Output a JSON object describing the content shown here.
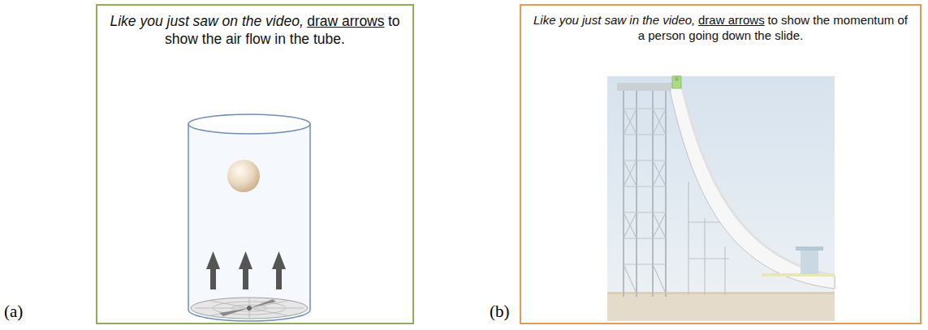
{
  "diagram": {
    "nodes": [
      {
        "text": [
          "Like you just saw on the video,",
          "draw arrows",
          "to show the air flow in the tube."
        ]
      },
      {
        "text": [
          "Like you just saw in the video,",
          "draw arrows",
          "to show the momentum of a person going down the slide."
        ]
      }
    ],
    "labels": [
      "(a)",
      "(b)"
    ]
  }
}
